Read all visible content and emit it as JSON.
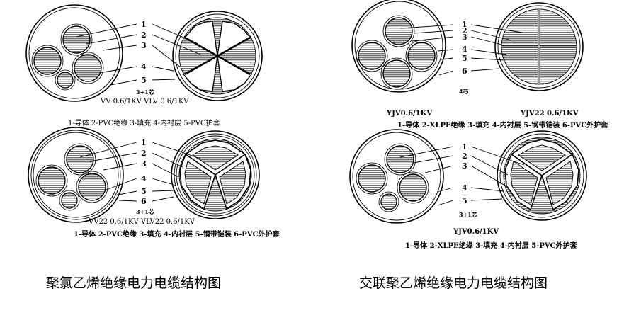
{
  "panels": {
    "a": {
      "labels": [
        "1",
        "2",
        "3",
        "4",
        "5"
      ],
      "core_label": "3+1芯",
      "model": "VV 0.6/1KV  VLV 0.6/1KV",
      "legend": "1-导体 2-PVC绝缘 3-填充 4-内衬层 5-PVC护套"
    },
    "b": {
      "labels": [
        "1",
        "2",
        "3",
        "4",
        "5",
        "6"
      ],
      "core_label": "3+1芯",
      "model": "VV22 0.6/1KV VLV22 0.6/1KV",
      "legend": "1-导体 2-PVC绝缘 3-填充 4-内衬层 5-钢带铠装 6-PVC外护套"
    },
    "c": {
      "labels": [
        "1",
        "2",
        "3",
        "4",
        "5",
        "6"
      ],
      "core_label": "4芯",
      "model_left": "YJV0.6/1KV",
      "model_right": "YJV22 0.6/1KV",
      "legend": "1-导体 2-XLPE绝缘 3-填充 4-内衬层 5-钢带铠装 6-PVC外护套"
    },
    "d": {
      "labels": [
        "1",
        "2",
        "3",
        "4",
        "5"
      ],
      "core_label": "3+1芯",
      "model": "YJV0.6/1KV",
      "legend": "1-导体 2-XLPE绝缘 3-填充 4-内衬层 5-PVC外护套"
    }
  },
  "captions": {
    "left": "聚氯乙烯绝缘电力电缆结构图",
    "right": "交联聚乙烯绝缘电力电缆结构图"
  }
}
